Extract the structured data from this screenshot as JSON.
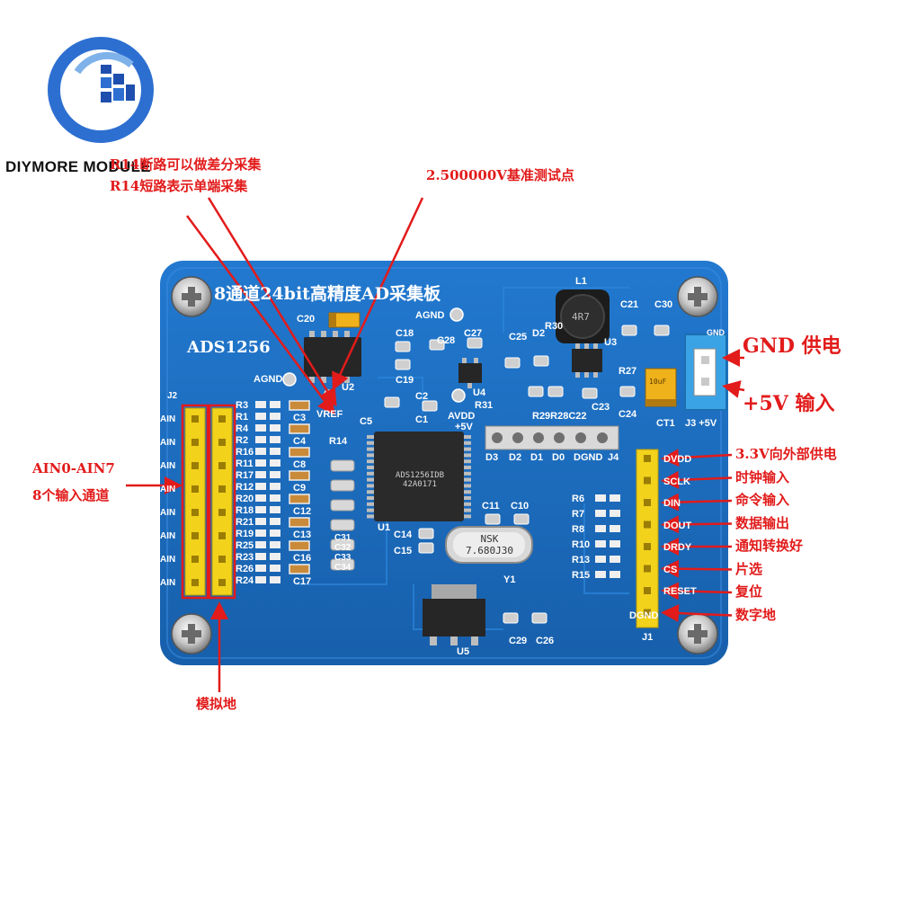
{
  "brand": {
    "name": "DIYMORE MODULE",
    "logo_colors": [
      "#2d6fd1",
      "#1f4fae",
      "#7fb2ea"
    ]
  },
  "board": {
    "title": "8通道24bit高精度AD采集板",
    "model": "ADS1256",
    "pcb_color": "#1a6ec2",
    "header_color": "#f2d21b",
    "annotation_color": "#e21b1b"
  },
  "callouts": {
    "r14_line1": "R14断路可以做差分采集",
    "r14_line2": "R14短路表示单端采集",
    "vref": "2.500000V基准测试点",
    "ain_range": "AIN0-AIN7",
    "ain_desc": "8个输入通道",
    "analog_ground": "模拟地",
    "gnd_supply": "GND 供电",
    "plus5v_input": "+5V 输入",
    "j1_pins": [
      "3.3V向外部供电",
      "时钟输入",
      "命令输入",
      "数据输出",
      "通知转换好",
      "片选",
      "复位",
      "数字地"
    ]
  },
  "silkscreen": {
    "ain_labels": [
      "AIN",
      "AIN",
      "AIN",
      "AIN",
      "AIN",
      "AIN",
      "AIN",
      "AIN"
    ],
    "j2": "J2",
    "j1_pin_labels": [
      "DVDD",
      "SCLK",
      "DIN",
      "DOUT",
      "DRDY",
      "CS",
      "RESET"
    ],
    "dgnd_j1": "DGND",
    "j1": "J1",
    "j4_labels": [
      "D3",
      "D2",
      "D1",
      "D0",
      "DGND",
      "J4"
    ],
    "resistors_left": [
      "R3",
      "R1",
      "R4",
      "R2",
      "R16",
      "R11",
      "R17",
      "R12",
      "R20",
      "R18",
      "R21",
      "R19",
      "R25",
      "R23",
      "R26",
      "R24"
    ],
    "caps_right_col": [
      "C3",
      "C4",
      "C8",
      "C9",
      "C12",
      "C13",
      "C16",
      "C17"
    ],
    "caps_mid": [
      "C31",
      "C32",
      "C33",
      "C34"
    ],
    "r_right": [
      "R6",
      "R7",
      "R8",
      "R10",
      "R13",
      "R15"
    ],
    "agnd_top": "AGND",
    "agnd_left": "AGND",
    "u1": "U1",
    "u2": "U2",
    "u3": "U3",
    "u4": "U4",
    "u5": "U5",
    "y1": "Y1",
    "l1": "L1",
    "ct1": "CT1",
    "j3": "J3 +5V",
    "gnd_j3": "GND",
    "avdd": "AVDD",
    "plus5v": "+5V",
    "c20": "C20",
    "c18": "C18",
    "c19": "C19",
    "c2": "C2",
    "c1": "C1",
    "c5": "C5",
    "r14": "R14",
    "vref": "VREF",
    "c11": "C11",
    "c10": "C10",
    "c14": "C14",
    "c15": "C15",
    "c28": "C28",
    "c27": "C27",
    "c25": "C25",
    "d2": "D2",
    "r30": "R30",
    "r31": "R31",
    "r29_28_c22": "R29R28C22",
    "c21": "C21",
    "c30": "C30",
    "c23": "C23",
    "c29": "C29",
    "c26": "C26",
    "r27": "R27",
    "c24": "C24"
  },
  "parts": {
    "inductor": "4R7",
    "crystal_line1": "NSK",
    "crystal_line2": "7.680J30",
    "adc_chip": "ADS1256IDB 42A0171",
    "tantalum": "10uF"
  }
}
